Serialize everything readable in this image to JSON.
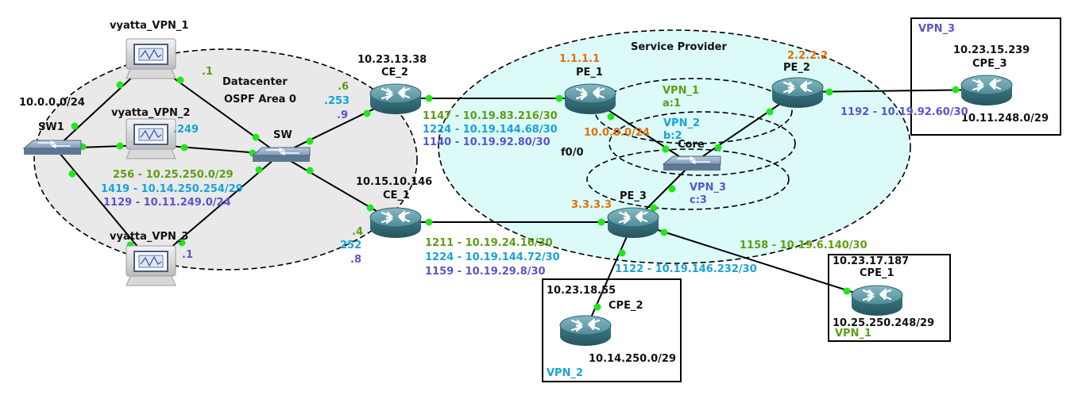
{
  "colors": {
    "black": "#111111",
    "green": "#5d9e14",
    "cyan": "#17a3d6",
    "purple": "#5a55cc",
    "orange": "#e0700a",
    "datacenter_fill": "#e9e9e9",
    "provider_fill": "#dcfbf8",
    "link_dot": "#22e61c"
  },
  "icons": {
    "router": "router-icon",
    "switch": "switch-icon",
    "workstation": "workstation-icon"
  },
  "zones": {
    "datacenter": {
      "title": "Datacenter",
      "subtitle": "OSPF Area 0"
    },
    "provider": {
      "title": "Service Provider"
    }
  },
  "devices": {
    "vyatta1": {
      "name": "vyatta_VPN_1"
    },
    "vyatta2": {
      "name": "vyatta_VPN_2"
    },
    "vyatta3": {
      "name": "vyatta_VPN_3"
    },
    "sw1": {
      "name": "SW1",
      "subnet": "10.0.0.0/24"
    },
    "sw": {
      "name": "SW"
    },
    "ce2": {
      "name": "CE_2",
      "ip": "10.23.13.38"
    },
    "ce1": {
      "name": "CE_1",
      "ip": "10.15.10.146"
    },
    "pe1": {
      "name": "PE_1",
      "loopback": "1.1.1.1"
    },
    "pe2": {
      "name": "PE_2",
      "loopback": "2.2.2.2"
    },
    "pe3": {
      "name": "PE_3",
      "loopback": "3.3.3.3"
    },
    "core": {
      "name": "Core",
      "subnet": "10.0.0.0/24",
      "iface": "f0/0"
    },
    "cpe3": {
      "name": "CPE_3",
      "ip": "10.23.15.239",
      "lan": "10.11.248.0/29",
      "vpn": "VPN_3"
    },
    "cpe2": {
      "name": "CPE_2",
      "ip": "10.23.18.55",
      "lan": "10.14.250.0/29",
      "vpn": "VPN_2"
    },
    "cpe1": {
      "name": "CPE_1",
      "ip": "10.23.17.187",
      "lan": "10.25.250.248/29",
      "vpn": "VPN_1"
    }
  },
  "labels": {
    "h_v1": ".1",
    "h_v2": ".249",
    "h_v3": ".1",
    "h_ce2_6": ".6",
    "h_ce2_253": ".253",
    "h_ce2_9": ".9",
    "h_ce1_4": ".4",
    "h_ce1_252": "252",
    "h_ce1_8": ".8",
    "dc_v1": "256 - 10.25.250.0/29",
    "dc_v2": "1419 - 10.14.250.254/29",
    "dc_v3": "1129 - 10.11.249.0/24",
    "ce2pe1_v1": "1147 - 10.19.83.216/30",
    "ce2pe1_v2": "1224 - 10.19.144.68/30",
    "ce2pe1_v3": "1140 - 10.19.92.80/30",
    "ce1pe3_v1": "1211 - 10.19.24.16/30",
    "ce1pe3_v2": "1224 - 10.19.144.72/30",
    "ce1pe3_v3": "1159 - 10.19.29.8/30",
    "pe2cpe3": "1192 - 10.19.92.60/30",
    "pe3cpe1": "1158 - 10.19.6.140/30",
    "pe3cpe2": "1122 - 10.19.146.232/30",
    "vpn1_name": "VPN_1",
    "vpn1_rd": "a:1",
    "vpn2_name": "VPN_2",
    "vpn2_rd": "b:2",
    "vpn3_name": "VPN_3",
    "vpn3_rd": "c:3"
  }
}
